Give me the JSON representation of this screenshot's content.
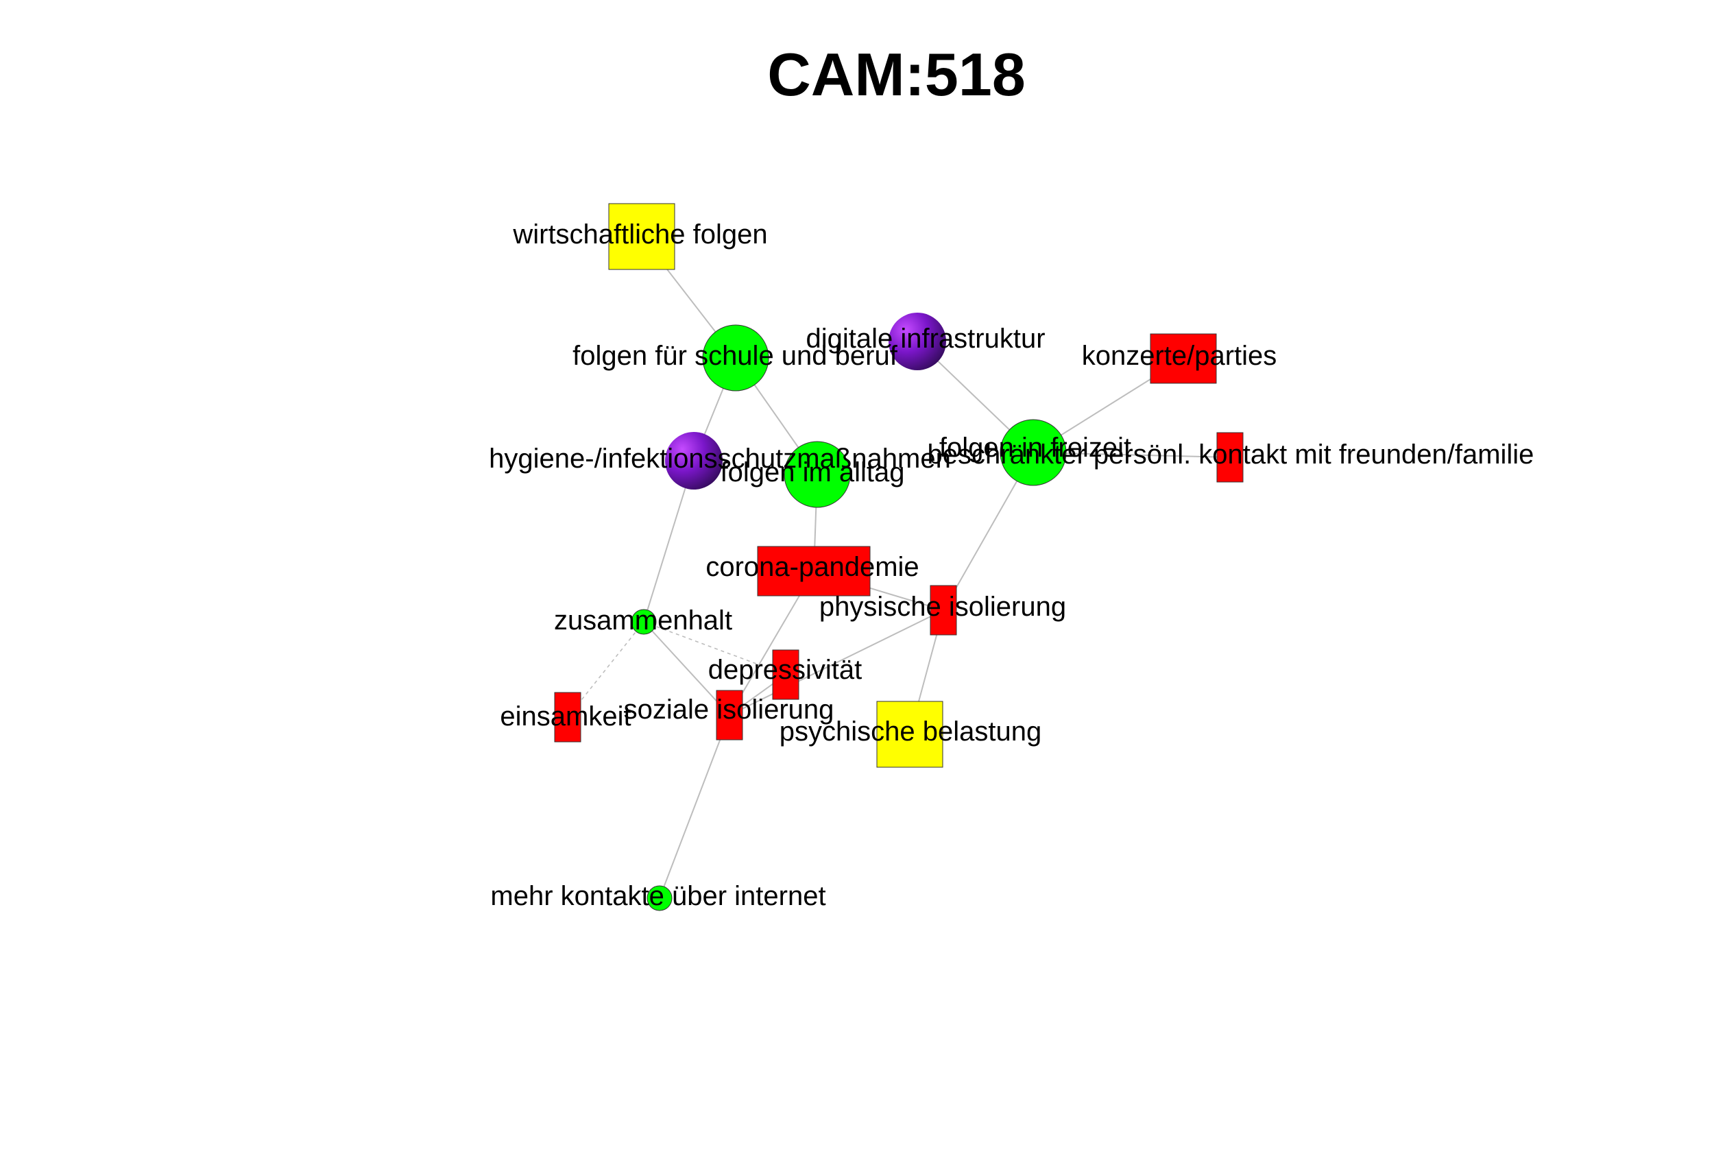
{
  "title": "CAM:518",
  "colors": {
    "positive": "#00ff00",
    "negative": "#ff0000",
    "ambivalent": "#ffff00",
    "neutral": "#6a0dad",
    "edge": "#bdbdbd"
  },
  "nodes": [
    {
      "id": "wirtschaftliche",
      "label": "wirtschaftliche folgen",
      "shape": "square",
      "valence": "ambivalent"
    },
    {
      "id": "schule",
      "label": "folgen für schule und beruf",
      "shape": "circle",
      "valence": "positive"
    },
    {
      "id": "digital",
      "label": "digitale infrastruktur",
      "shape": "sphere",
      "valence": "neutral"
    },
    {
      "id": "konzerte",
      "label": "konzerte/parties",
      "shape": "rect",
      "valence": "negative"
    },
    {
      "id": "hygiene",
      "label": "hygiene-/infektionsschutzmaßnahmen",
      "shape": "sphere",
      "valence": "neutral"
    },
    {
      "id": "alltag",
      "label": "folgen im alltag",
      "shape": "circle",
      "valence": "positive"
    },
    {
      "id": "freizeit",
      "label": "folgen in freizeit",
      "shape": "circle",
      "valence": "positive"
    },
    {
      "id": "kontakt",
      "label": "beschränkter persönl. kontakt mit freunden/familie",
      "shape": "rect",
      "valence": "negative"
    },
    {
      "id": "corona",
      "label": "corona-pandemie",
      "shape": "rect",
      "valence": "negative"
    },
    {
      "id": "physisch",
      "label": "physische isolierung",
      "shape": "rect",
      "valence": "negative"
    },
    {
      "id": "zusammenhalt",
      "label": "zusammenhalt",
      "shape": "circle",
      "valence": "positive"
    },
    {
      "id": "depress",
      "label": "depressivität",
      "shape": "rect",
      "valence": "negative"
    },
    {
      "id": "einsamkeit",
      "label": "einsamkeit",
      "shape": "rect",
      "valence": "negative"
    },
    {
      "id": "sozial",
      "label": "soziale isolierung",
      "shape": "rect",
      "valence": "negative"
    },
    {
      "id": "psychisch",
      "label": "psychische belastung",
      "shape": "square",
      "valence": "ambivalent"
    },
    {
      "id": "internet",
      "label": "mehr kontakte über internet",
      "shape": "circle",
      "valence": "positive"
    }
  ],
  "edges": [
    {
      "from": "wirtschaftliche",
      "to": "schule",
      "style": "solid"
    },
    {
      "from": "schule",
      "to": "hygiene",
      "style": "solid"
    },
    {
      "from": "schule",
      "to": "alltag",
      "style": "solid"
    },
    {
      "from": "digital",
      "to": "freizeit",
      "style": "solid"
    },
    {
      "from": "konzerte",
      "to": "freizeit",
      "style": "solid"
    },
    {
      "from": "freizeit",
      "to": "kontakt",
      "style": "solid"
    },
    {
      "from": "freizeit",
      "to": "physisch",
      "style": "solid"
    },
    {
      "from": "alltag",
      "to": "corona",
      "style": "solid"
    },
    {
      "from": "hygiene",
      "to": "zusammenhalt",
      "style": "solid"
    },
    {
      "from": "corona",
      "to": "physisch",
      "style": "solid"
    },
    {
      "from": "corona",
      "to": "sozial",
      "style": "solid"
    },
    {
      "from": "physisch",
      "to": "sozial",
      "style": "solid"
    },
    {
      "from": "physisch",
      "to": "psychisch",
      "style": "solid"
    },
    {
      "from": "zusammenhalt",
      "to": "einsamkeit",
      "style": "dashed"
    },
    {
      "from": "zusammenhalt",
      "to": "depress",
      "style": "dashed"
    },
    {
      "from": "zusammenhalt",
      "to": "sozial",
      "style": "solid"
    },
    {
      "from": "sozial",
      "to": "internet",
      "style": "solid"
    },
    {
      "from": "sozial",
      "to": "depress",
      "style": "solid"
    }
  ]
}
